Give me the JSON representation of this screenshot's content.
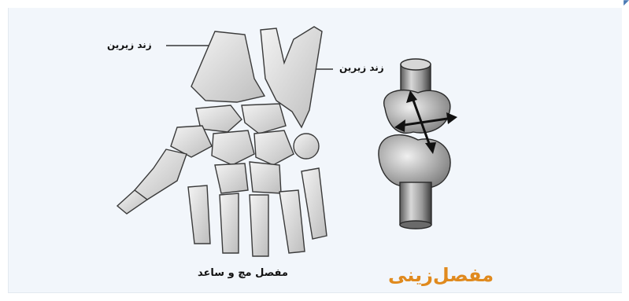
{
  "labels": {
    "ulna": "زند زیرین",
    "radius": "زند زیرین",
    "wrist_joint": "مفصل مچ و ساعد",
    "saddle_joint": "مفصل‌زینی"
  },
  "colors": {
    "background": "#f2f6fb",
    "title_accent": "#e08a1e",
    "bone_fill": "#e6e6e6",
    "bone_stroke": "#3a3a3a"
  },
  "icons": {
    "corner": "corner-mark-icon",
    "motion_arrows": "four-way-arrow-icon"
  }
}
